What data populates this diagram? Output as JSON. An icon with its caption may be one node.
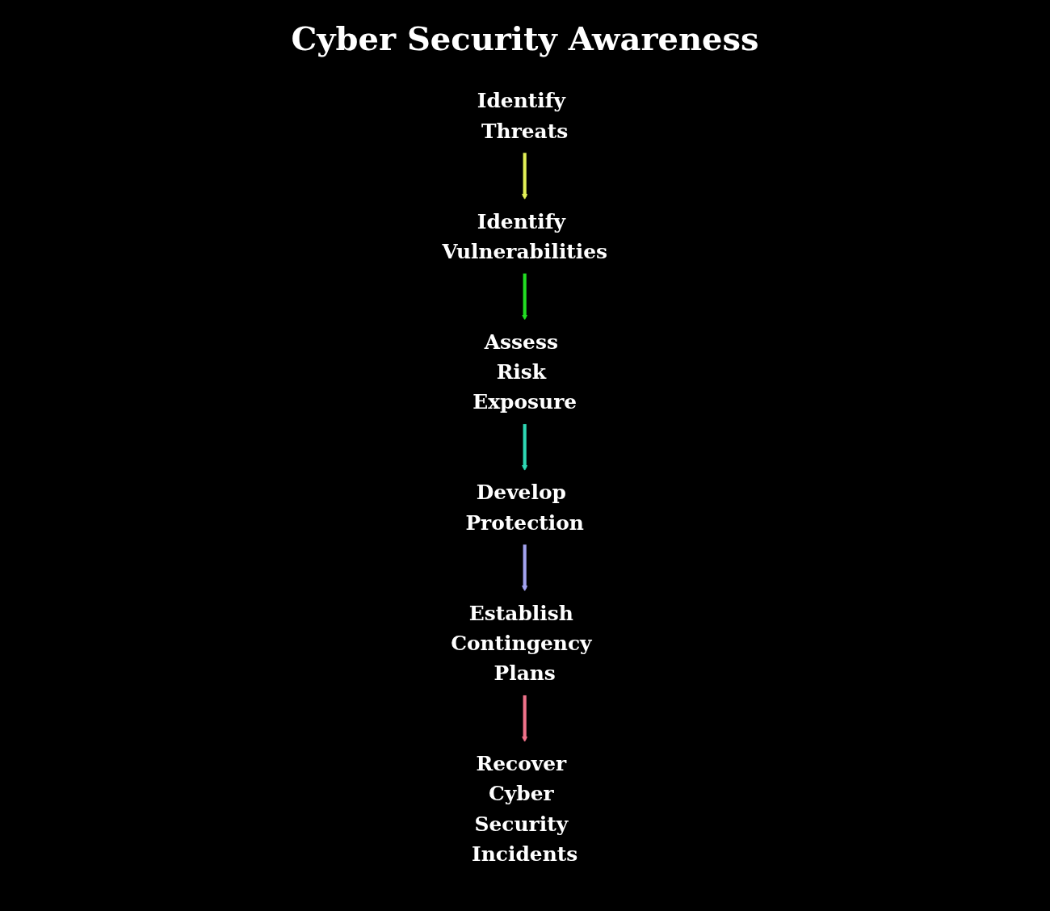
{
  "diagram": {
    "title": "Cyber Security Awareness",
    "nodes": [
      {
        "text": [
          "Identify Threats"
        ]
      },
      {
        "text": [
          "Identify Vulnerabilities"
        ]
      },
      {
        "text": [
          "Assess Risk Exposure"
        ]
      },
      {
        "text": [
          "Develop Protection"
        ]
      },
      {
        "text": [
          "Establish Contingency Plans"
        ]
      },
      {
        "text": [
          "Recover Cyber Security Incidents"
        ]
      }
    ],
    "edges": [
      {
        "from": 0,
        "to": 1,
        "arrow": "to",
        "color": "#e2f056"
      },
      {
        "from": 1,
        "to": 2,
        "arrow": "to",
        "color": "#22dd22"
      },
      {
        "from": 2,
        "to": 3,
        "arrow": "to",
        "color": "#2ed8b4"
      },
      {
        "from": 3,
        "to": 4,
        "arrow": "to",
        "color": "#a3a3f0"
      },
      {
        "from": 4,
        "to": 5,
        "arrow": "to",
        "color": "#f0728a"
      }
    ]
  }
}
